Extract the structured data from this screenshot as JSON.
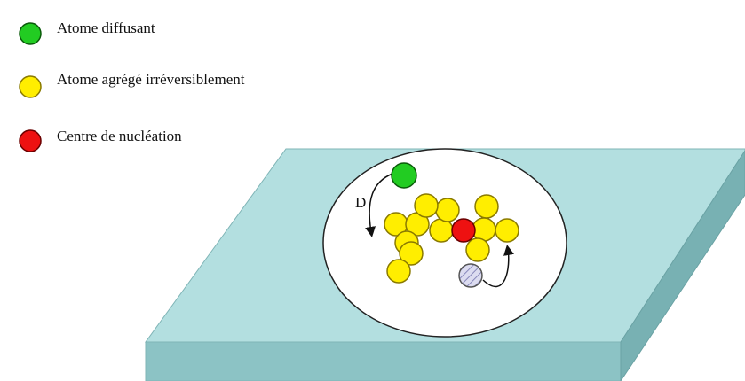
{
  "legend": [
    {
      "label": "Atome diffusant",
      "color": "#22cc22"
    },
    {
      "label": "Atome agrégé irréversiblement",
      "color": "#ffee00"
    },
    {
      "label": "Centre de nucléation",
      "color": "#ee1111"
    }
  ],
  "diagram": {
    "diffusion_label": "D",
    "colors": {
      "substrate_top": "#b3dfe0",
      "substrate_front": "#8cc3c5",
      "substrate_side": "#78b1b3",
      "ellipse_fill": "#ffffff",
      "atom_outline": "#8a7a00",
      "vacancy": "#dcdcf0"
    }
  }
}
